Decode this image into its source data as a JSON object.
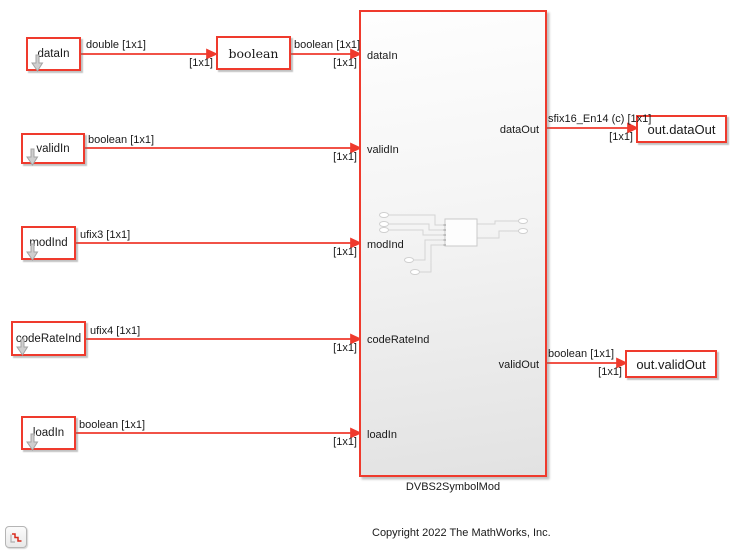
{
  "diagram": {
    "copyright": "Copyright 2022 The MathWorks, Inc.",
    "colors": {
      "highlight_red": "#ef3a2d",
      "block_fill": "#ffffff",
      "subsystem_fill_gradient_top": "#fdfdfd",
      "subsystem_fill_gradient_bottom": "#e2e2e2",
      "inport_arrow_gray": "#cfcfcf"
    },
    "icons": {
      "inport_badge": "down-arrow-icon",
      "corner_badge": "step-waveform-icon"
    },
    "inports": [
      {
        "label": "dataIn"
      },
      {
        "label": "validIn"
      },
      {
        "label": "modInd"
      },
      {
        "label": "codeRateInd"
      },
      {
        "label": "loadIn"
      }
    ],
    "converter": {
      "label": "boolean"
    },
    "subsystem": {
      "name": "DVBS2SymbolMod",
      "in_ports": [
        "dataIn",
        "validIn",
        "modInd",
        "codeRateInd",
        "loadIn"
      ],
      "out_ports": [
        "dataOut",
        "validOut"
      ]
    },
    "outports": [
      {
        "label": "out.dataOut"
      },
      {
        "label": "out.validOut"
      }
    ],
    "signals": [
      {
        "type": "double [1x1]",
        "dim": "[1x1]"
      },
      {
        "type": "boolean [1x1]",
        "dim": "[1x1]"
      },
      {
        "type": "boolean [1x1]",
        "dim": "[1x1]"
      },
      {
        "type": "ufix3 [1x1]",
        "dim": "[1x1]"
      },
      {
        "type": "ufix4 [1x1]",
        "dim": "[1x1]"
      },
      {
        "type": "boolean [1x1]",
        "dim": "[1x1]"
      },
      {
        "type": "sfix16_En14 (c) [1x1]",
        "dim": "[1x1]"
      },
      {
        "type": "boolean [1x1]",
        "dim": "[1x1]"
      }
    ]
  }
}
